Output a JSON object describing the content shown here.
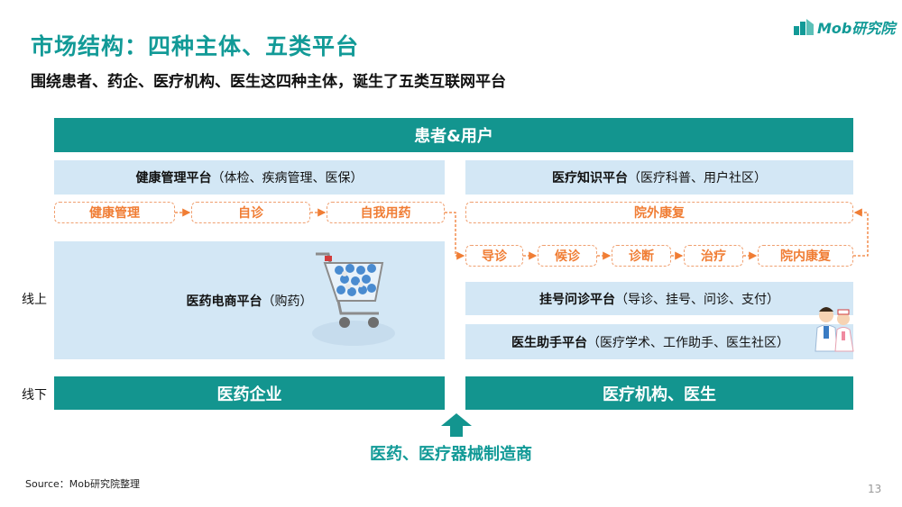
{
  "header": {
    "title": "市场结构：四种主体、五类平台",
    "subtitle": "围绕患者、药企、医疗机构、医生这四种主体，诞生了五类互联网平台",
    "logo_text": "Mob研究院"
  },
  "diagram": {
    "top_bar": "患者&用户",
    "left": {
      "health_platform": {
        "name": "健康管理平台",
        "detail": "（体检、疾病管理、医保）"
      },
      "flow": [
        "健康管理",
        "自诊",
        "自我用药"
      ],
      "ecommerce_platform": {
        "name": "医药电商平台",
        "detail": "（购药）"
      }
    },
    "right": {
      "knowledge_platform": {
        "name": "医疗知识平台",
        "detail": "（医疗科普、用户社区）"
      },
      "rehab_outside": "院外康复",
      "flow": [
        "导诊",
        "候诊",
        "诊断",
        "治疗",
        "院内康复"
      ],
      "registration_platform": {
        "name": "挂号问诊平台",
        "detail": "（导诊、挂号、问诊、支付）"
      },
      "doctor_platform": {
        "name": "医生助手平台",
        "detail": "（医疗学术、工作助手、医生社区）"
      }
    },
    "side_labels": {
      "online": "线上",
      "offline": "线下"
    },
    "offline_left": "医药企业",
    "offline_right": "医疗机构、医生",
    "bottom": "医药、医疗器械制造商"
  },
  "footer": {
    "source": "Source：Mob研究院整理",
    "page": "13"
  },
  "colors": {
    "teal": "#13958f",
    "light_blue": "#d3e7f5",
    "orange": "#f07d34"
  },
  "icons": [
    "shopping-cart-icon",
    "doctor-nurse-icon",
    "up-arrow-icon",
    "logo-icon"
  ]
}
